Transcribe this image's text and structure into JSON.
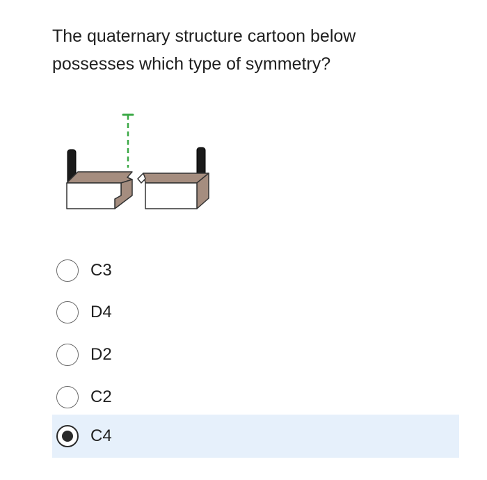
{
  "question": {
    "text": "The quaternary structure cartoon below possesses which type of symmetry?"
  },
  "figure": {
    "icon": "protein-dimer-cartoon",
    "colors": {
      "axis": "#3aa845",
      "top_face": "#a58d7f",
      "side_face": "#a58d7f",
      "front_face": "#ffffff",
      "peg": "#1a1a1a"
    }
  },
  "options": [
    {
      "label": "C3",
      "selected": false
    },
    {
      "label": "D4",
      "selected": false
    },
    {
      "label": "D2",
      "selected": false
    },
    {
      "label": "C2",
      "selected": false
    },
    {
      "label": "C4",
      "selected": true
    }
  ],
  "colors": {
    "selected_background": "#e6f0fb",
    "text": "#202020"
  }
}
